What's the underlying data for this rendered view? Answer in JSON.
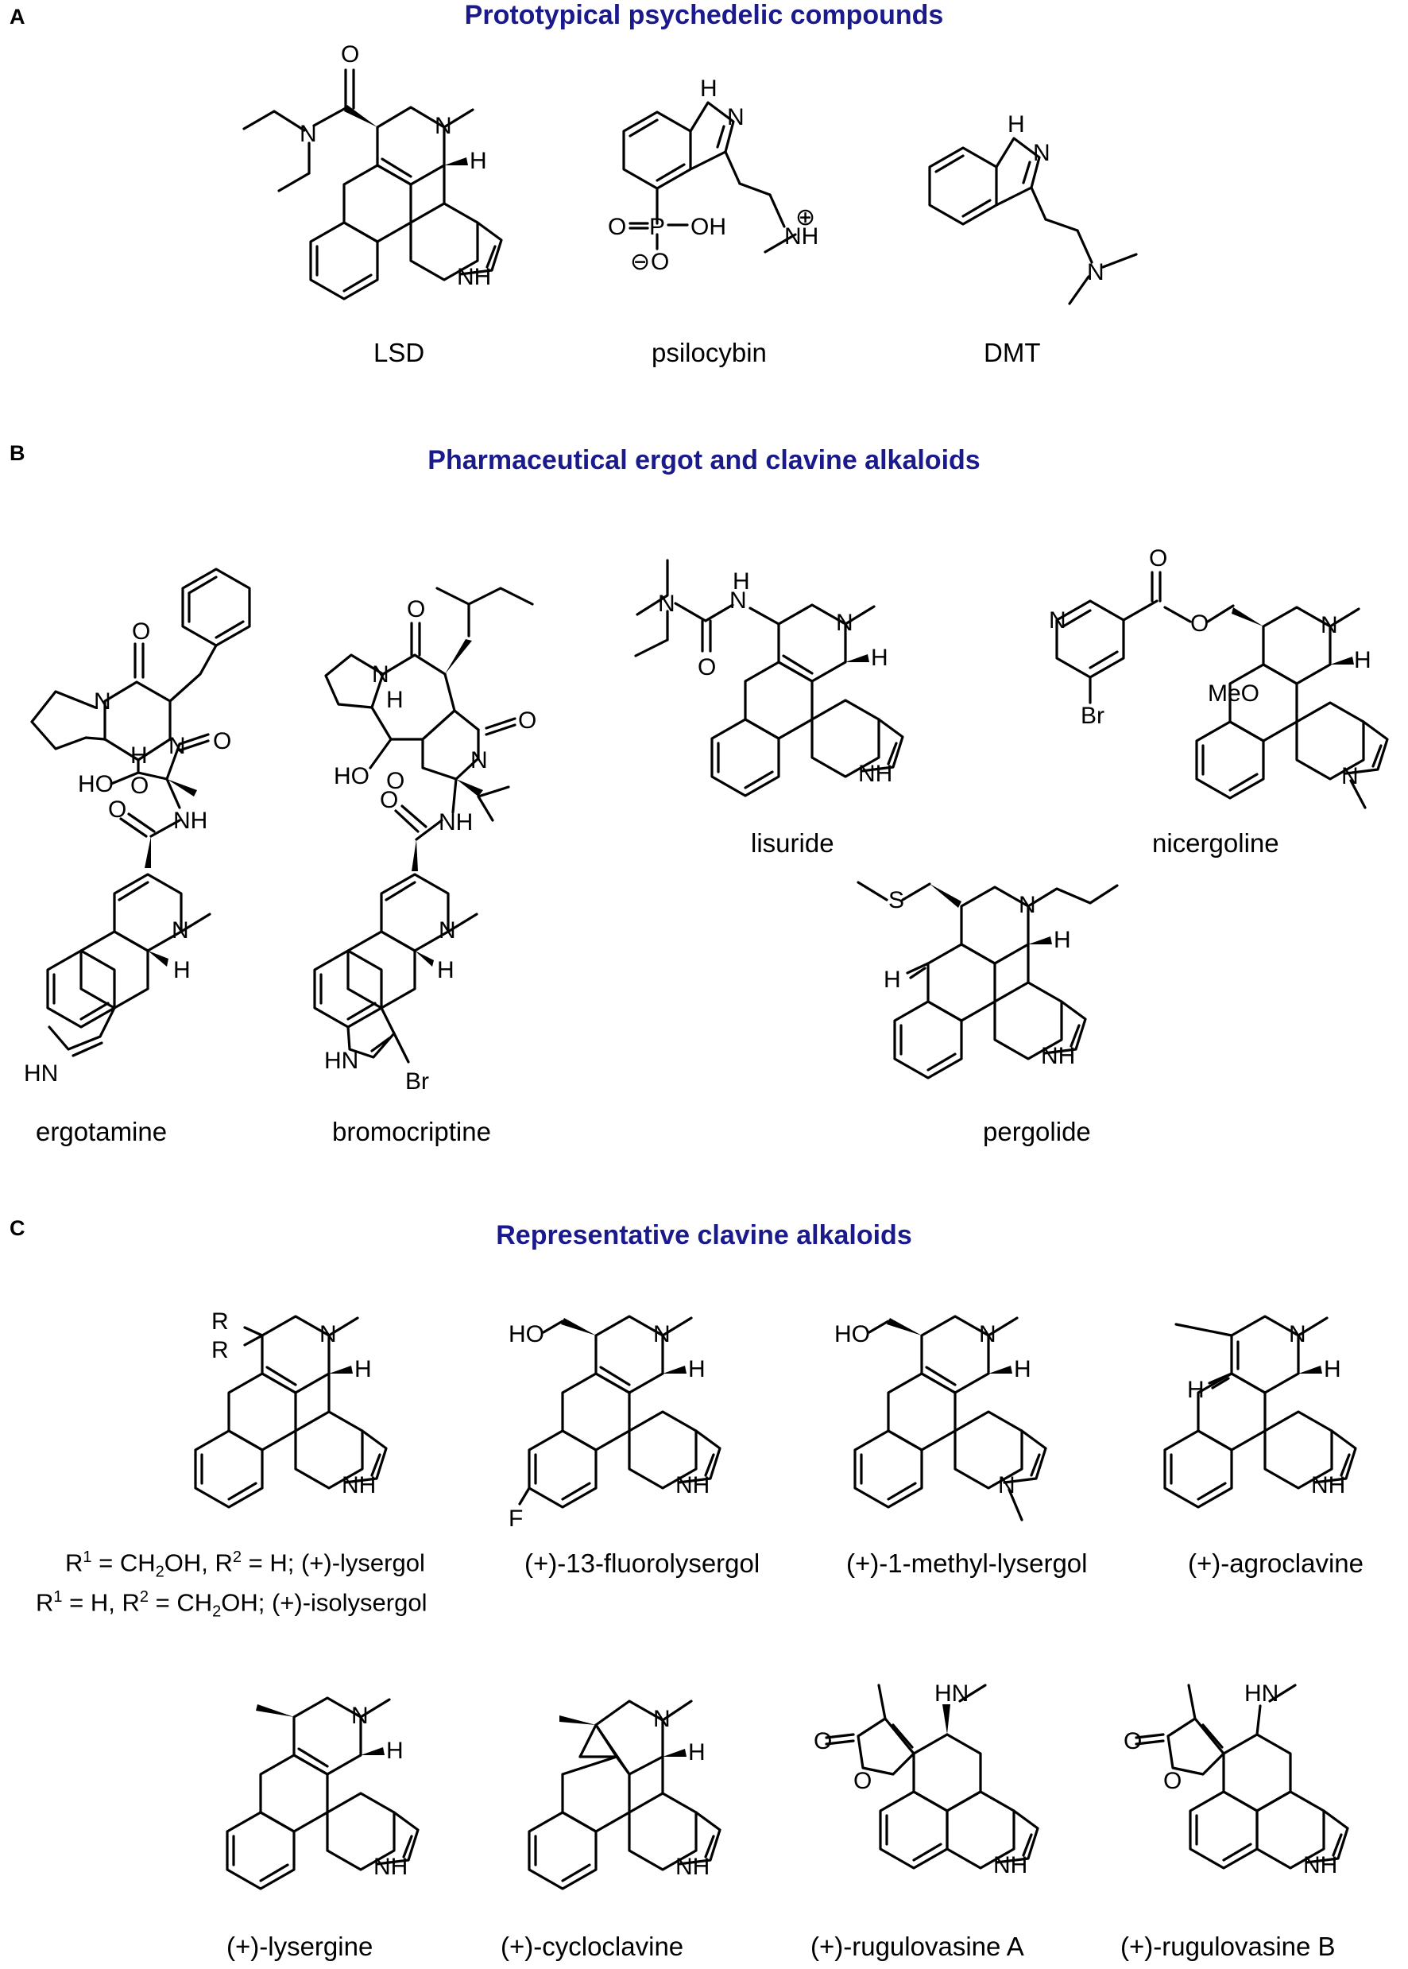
{
  "panels": [
    {
      "letter": "A",
      "title": "Prototypical psychedelic compounds"
    },
    {
      "letter": "B",
      "title": "Pharmaceutical ergot and clavine alkaloids"
    },
    {
      "letter": "C",
      "title": "Representative clavine alkaloids"
    }
  ],
  "compounds": {
    "lsd": "LSD",
    "psilocybin": "psilocybin",
    "dmt": "DMT",
    "ergotamine": "ergotamine",
    "bromocriptine": "bromocriptine",
    "lisuride": "lisuride",
    "nicergoline": "nicergoline",
    "pergolide": "pergolide",
    "fluorolysergol": "(+)-13-fluorolysergol",
    "methyllysergol": "(+)-1-methyl-lysergol",
    "agroclavine": "(+)-agroclavine",
    "lysergine": "(+)-lysergine",
    "cycloclavine": "(+)-cycloclavine",
    "rugulovasine_a": "(+)-rugulovasine A",
    "rugulovasine_b": "(+)-rugulovasine B"
  },
  "r_definitions": {
    "line1_prefix": "R",
    "line1_sup": "1",
    "line1_mid": " = CH",
    "line1_sub": "2",
    "line1_mid2": "OH, R",
    "line1_sup2": "2",
    "line1_end": " = H; (+)-lysergol",
    "line2_prefix": "R",
    "line2_sup": "1",
    "line2_mid": " = H, R",
    "line2_sup2": "2",
    "line2_mid2": " = CH",
    "line2_sub": "2",
    "line2_end": "OH; (+)-isolysergol"
  },
  "atom_labels": {
    "N": "N",
    "NH": "NH",
    "HN": "HN",
    "H": "H",
    "O": "O",
    "OH": "OH",
    "HO": "HO",
    "P": "P",
    "S": "S",
    "Br": "Br",
    "F": "F",
    "MeO": "MeO",
    "R1": "R",
    "R2": "R",
    "plus": "⊕",
    "minus": "⊖"
  }
}
